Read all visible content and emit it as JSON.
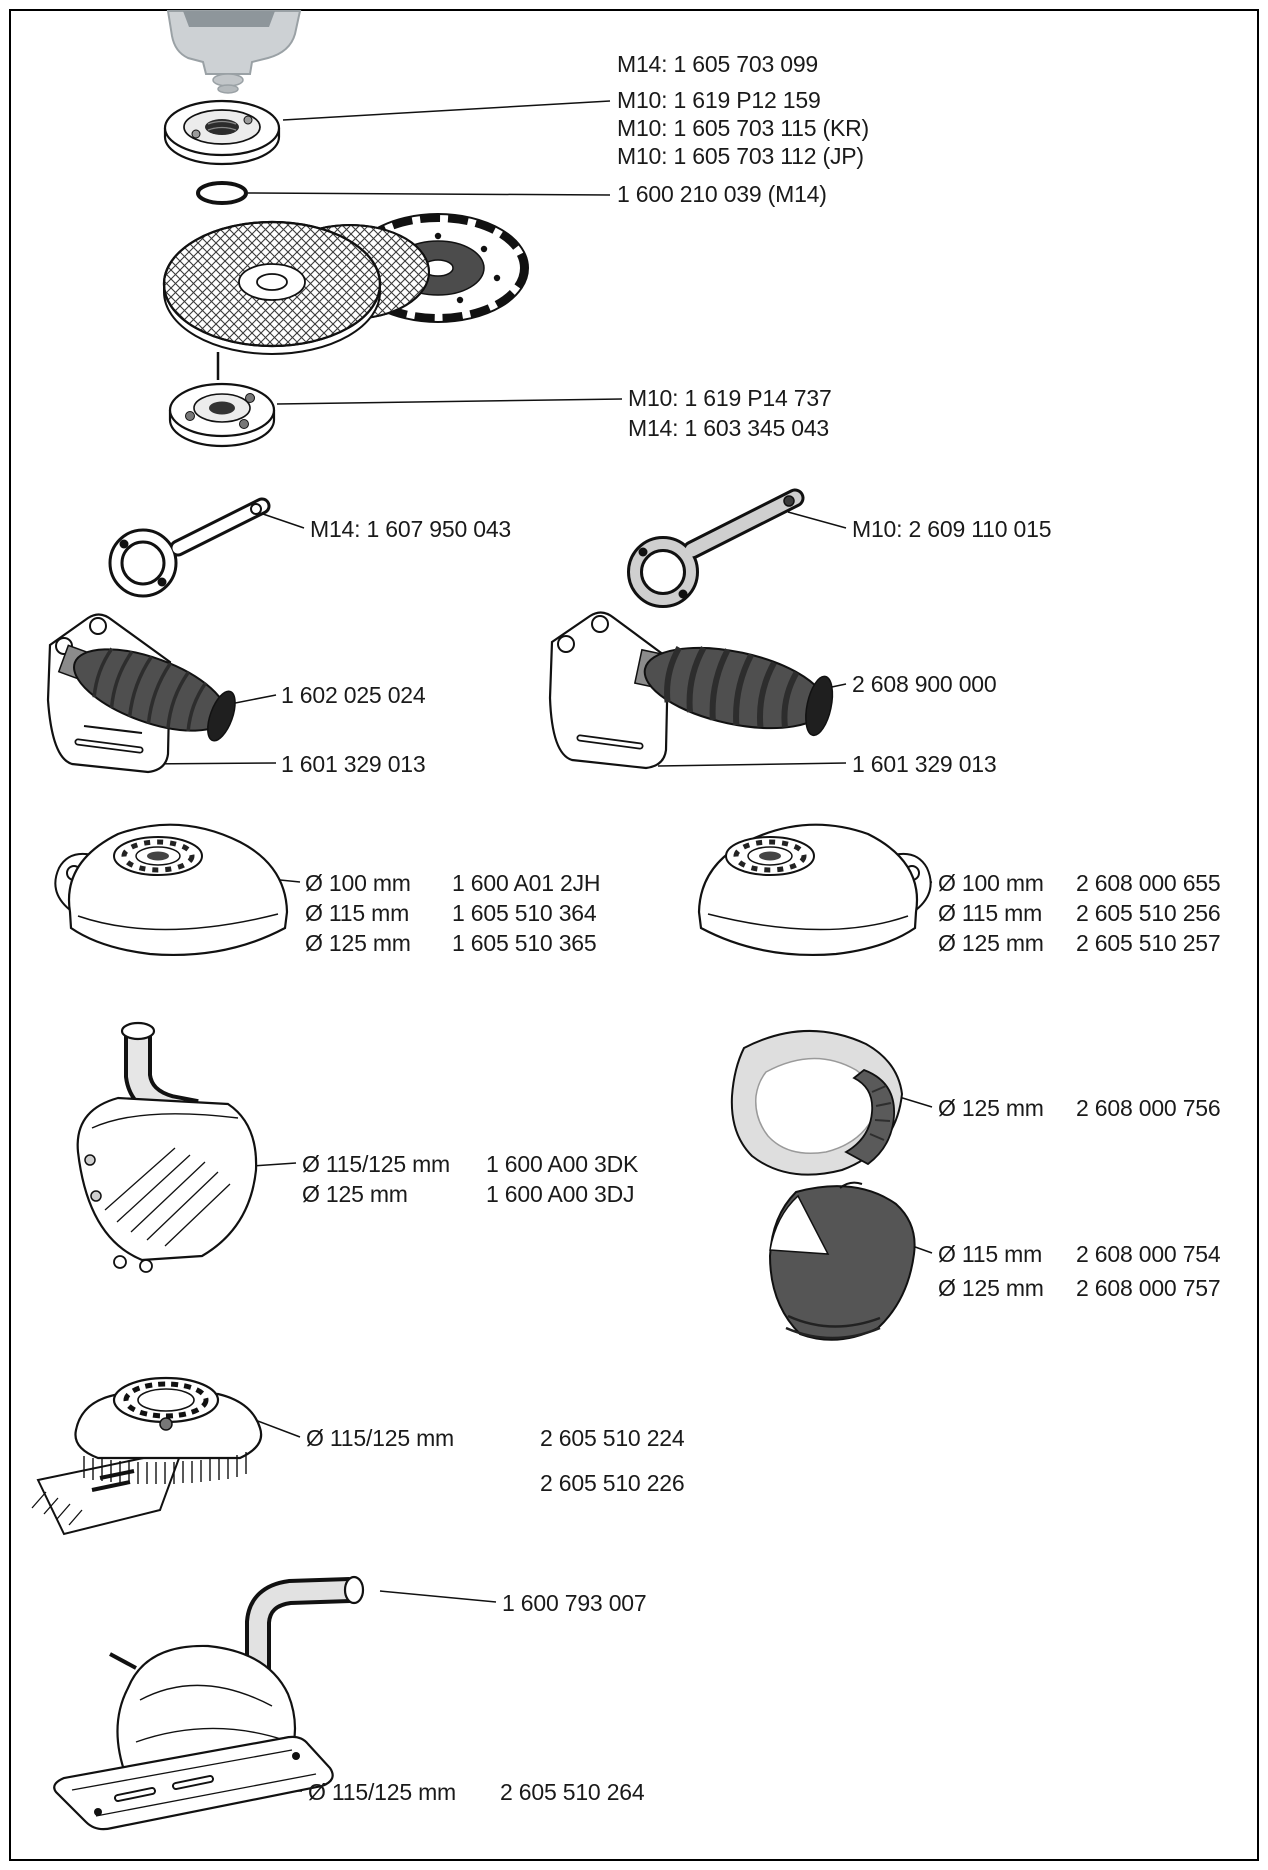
{
  "spindle": {
    "nut_options": [
      "M14: 1 605 703 099",
      "M10: 1 619 P12 159",
      "M10: 1 605 703 115 (KR)",
      "M10: 1 605 703 112 (JP)"
    ],
    "oring": "1 600 210 039 (M14)",
    "flange_options": [
      "M10: 1 619 P14 737",
      "M14: 1 603 345 043"
    ]
  },
  "wrenches": {
    "left": "M14: 1 607 950 043",
    "right": "M10: 2 609 110 015"
  },
  "handles": {
    "left": {
      "grip": "1 602 025 024",
      "bracket": "1 601 329 013"
    },
    "right": {
      "grip": "2 608 900 000",
      "bracket": "1 601 329 013"
    }
  },
  "guard_left": {
    "rows": [
      {
        "size": "Ø 100 mm",
        "part": "1 600 A01 2JH"
      },
      {
        "size": "Ø 115 mm",
        "part": "1 605 510 364"
      },
      {
        "size": "Ø 125 mm",
        "part": "1 605 510 365"
      }
    ]
  },
  "guard_right": {
    "rows": [
      {
        "size": "Ø 100 mm",
        "part": "2 608 000 655"
      },
      {
        "size": "Ø 115 mm",
        "part": "2 605 510 256"
      },
      {
        "size": "Ø 125 mm",
        "part": "2 605 510 257"
      }
    ]
  },
  "extraction_guard": {
    "rows": [
      {
        "size": "Ø 115/125 mm",
        "part": "1 600 A00 3DK"
      },
      {
        "size": "Ø 125 mm",
        "part": "1 600 A00 3DJ"
      }
    ]
  },
  "cutting_cover": {
    "rows": [
      {
        "size": "Ø 125 mm",
        "part": "2 608 000 756"
      }
    ]
  },
  "guard_cover": {
    "rows": [
      {
        "size": "Ø 115 mm",
        "part": "2 608 000 754"
      },
      {
        "size": "Ø 125 mm",
        "part": "2 608 000 757"
      }
    ]
  },
  "surface_guard": {
    "rows": [
      {
        "size": "Ø 115/125 mm",
        "part": "2 605 510 224"
      },
      {
        "size": "",
        "part": "2 605 510 226"
      }
    ]
  },
  "cutting_guard": {
    "hose": "1 600 793 007",
    "rows": [
      {
        "size": "Ø 115/125 mm",
        "part": "2 605 510 264"
      }
    ]
  }
}
